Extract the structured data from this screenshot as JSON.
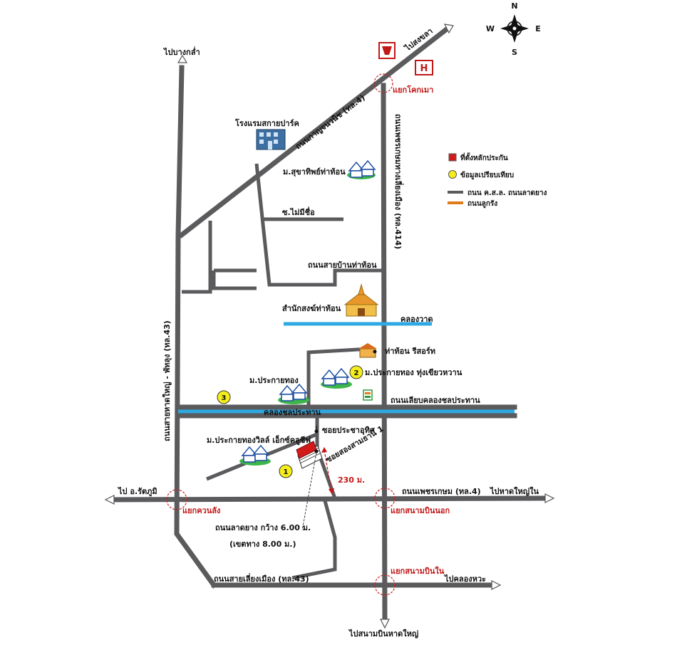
{
  "labels": {
    "to_bang_kam": "ไปบางกล่ำ",
    "to_songkhla": "ไปสงขลา",
    "kanchanavanich_rd": "ถนนกาญจนวนิช (ทล.4)",
    "khokmao_junction": "แยกโคกเมา",
    "hotel": "โรงแรมสกายปาร์ค",
    "sukhapiphat_village": "ม.สุขาทิพย์ท่าท้อน",
    "phetkasem_bypass_label": "ถนนเพชรเกษมทางเลี่ยงเมือง (ทล.414)",
    "soi_mai_mee_chue": "ซ.ไม่มีชื่อ",
    "ban_tha_thon_rd": "ถนนสายบ้านท่าท้อน",
    "monastery": "สำนักสงฆ์ท่าท้อน",
    "khlong_wat": "คลองวาด",
    "tha_thon_resort": "ท่าท้อน รีสอร์ท",
    "prakai_thong_village": "ม.ประกายทอง",
    "prakai_thong_tung_village": "ม.ประกายทอง ทุ่งเขียวหวาน",
    "canal_side_rd": "ถนนเลียบคลองชลประทาน",
    "irrigation_canal": "คลองชลประทาน",
    "khao_rup_chang_rd": "ถนนสายหาดใหญ่ - พัทลุง (ทล.43)",
    "soi_prachauthit": "ซอยประชาอุทิศ",
    "prakai_thong_world_village": "ม.ประกายทองวิลล์ เอ็กซ์คลูซีฟ",
    "soi_songsamthani": "ซอยสองสามธานี 1",
    "distance": "230 ม.",
    "to_rattaphum": "ไป อ.รัตภูมิ",
    "khuan_lang_junction": "แยกควนลัง",
    "phetkasem_rd": "ถนนเพชรเกษม (ทล.4)",
    "to_hatyai_nai": "ไปหาดใหญ่ใน",
    "sanam_bin_nok_junction": "แยกสนามบินนอก",
    "road_width": "ถนนลาดยาง กว้าง 6.00 ม.",
    "road_reserve": "(เขตทาง 8.00 ม.)",
    "bypass_43": "ถนนสายเลี่ยงเมือง (ทล.43)",
    "sanam_bin_nai_junction": "แยกสนามบินใน",
    "to_khlong_hoi_khong": "ไปคลองหวะ",
    "to_hatyai_airport": "ไปสนามบินหาดใหญ่"
  },
  "compass": {
    "n": "N",
    "s": "S",
    "e": "E",
    "w": "W"
  },
  "legend": {
    "items": [
      {
        "label": "ที่ตั้งหลักประกัน",
        "color": "#d21a1a",
        "kind": "square"
      },
      {
        "label": "ข้อมูลเปรียบเทียบ",
        "color": "#f5ee1a",
        "kind": "circle"
      },
      {
        "label": "ถนน ค.ส.ล. ถนนลาดยาง",
        "color": "#5b5b5e",
        "kind": "line"
      },
      {
        "label": "ถนนลูกรัง",
        "color": "#e07b1a",
        "kind": "line"
      }
    ]
  },
  "markers": [
    "1",
    "2",
    "3"
  ],
  "colors": {
    "road": "#5b5b5e",
    "canal": "#2ea9e3",
    "junction": "#cc2020",
    "site": "#d21a1a"
  }
}
